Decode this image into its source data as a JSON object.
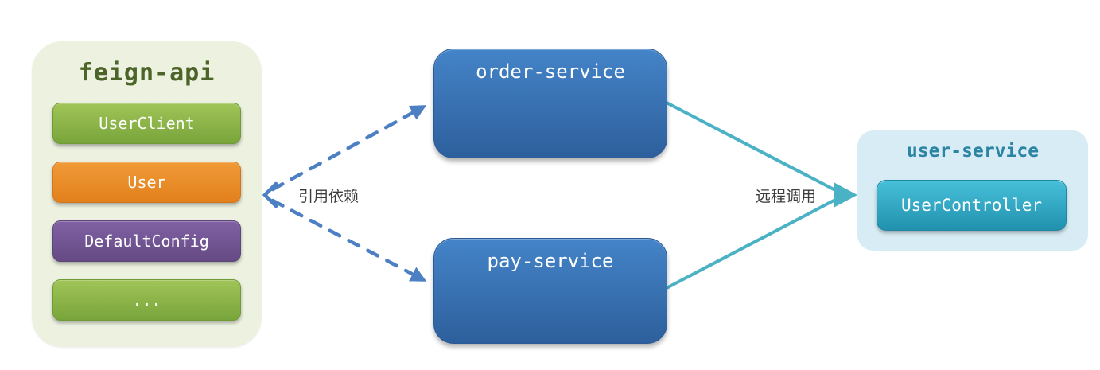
{
  "feign_api": {
    "title": "feign-api",
    "items": [
      {
        "label": "UserClient"
      },
      {
        "label": "User"
      },
      {
        "label": "DefaultConfig"
      },
      {
        "label": "..."
      }
    ]
  },
  "order_service": {
    "title": "order-service"
  },
  "pay_service": {
    "title": "pay-service"
  },
  "user_service": {
    "title": "user-service",
    "items": [
      {
        "label": "UserController"
      }
    ]
  },
  "labels": {
    "dependency": "引用依赖",
    "remote_call": "远程调用"
  },
  "colors": {
    "feign_panel_bg": "#ecf1e0",
    "feign_title_text": "#4c6428",
    "chip_green": "#8cb449",
    "chip_orange": "#e98b2a",
    "chip_purple": "#735595",
    "service_node_blue": "#3874b2",
    "user_panel_bg": "#d7ecf4",
    "user_title_text": "#2c84a4",
    "chip_teal": "#34a9c4",
    "dashed_arrow_blue": "#4d80c2",
    "solid_arrow_teal": "#4bb1c5",
    "edge_label_text": "#3c3c3c"
  }
}
